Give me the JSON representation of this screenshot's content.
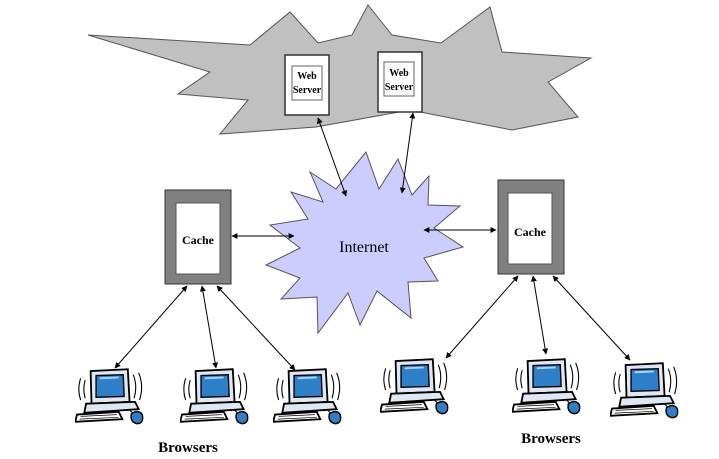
{
  "servers": [
    {
      "line1": "Web",
      "line2": "Server"
    },
    {
      "line1": "Web",
      "line2": "Server"
    }
  ],
  "internet_label": "Internet",
  "caches": [
    {
      "label": "Cache"
    },
    {
      "label": "Cache"
    }
  ],
  "browser_groups": [
    {
      "label": "Browsers"
    },
    {
      "label": "Browsers"
    }
  ],
  "colors": {
    "server_cloud": "#c0c0c0",
    "internet_cloud": "#ccccff",
    "cache_frame": "#808080",
    "monitor_blue": "#2f7fc8",
    "computer_body": "#dfe7f2"
  },
  "icons": [
    "server-cloud-icon",
    "internet-cloud-icon",
    "computer-icon"
  ]
}
